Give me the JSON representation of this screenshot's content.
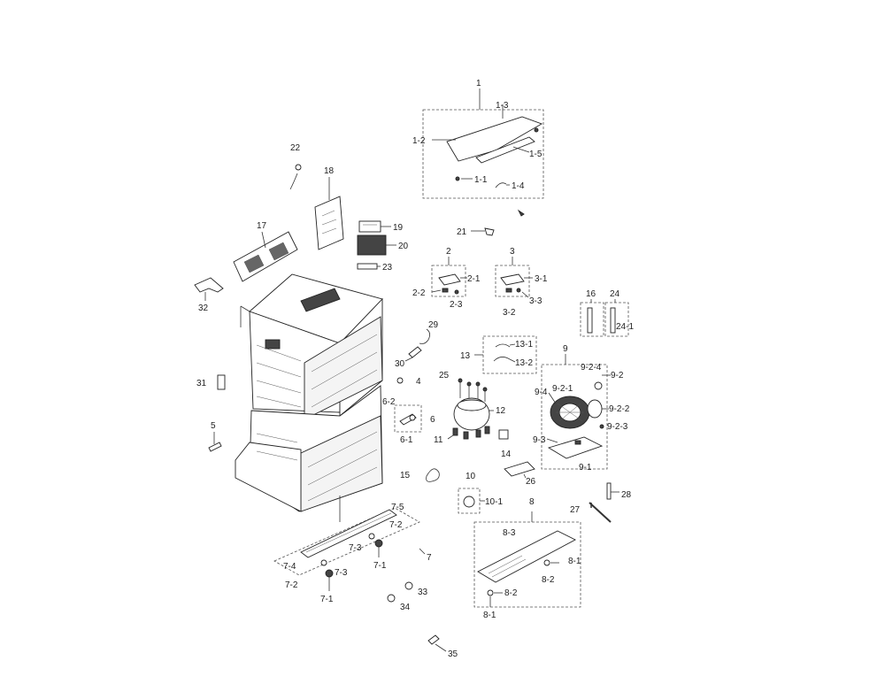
{
  "diagram": {
    "labels": {
      "p1": "1",
      "p1_1": "1-1",
      "p1_2": "1-2",
      "p1_3": "1-3",
      "p1_4": "1-4",
      "p1_5": "1-5",
      "p2": "2",
      "p2_1": "2-1",
      "p2_2": "2-2",
      "p2_3": "2-3",
      "p3": "3",
      "p3_1": "3-1",
      "p3_2": "3-2",
      "p3_3": "3-3",
      "p4": "4",
      "p5": "5",
      "p6": "6",
      "p6_1": "6-1",
      "p6_2": "6-2",
      "p7": "7",
      "p7_1a": "7-1",
      "p7_1b": "7-1",
      "p7_2a": "7-2",
      "p7_2b": "7-2",
      "p7_3a": "7-3",
      "p7_3b": "7-3",
      "p7_4": "7-4",
      "p7_5": "7-5",
      "p8": "8",
      "p8_1a": "8-1",
      "p8_1b": "8-1",
      "p8_2a": "8-2",
      "p8_2b": "8-2",
      "p8_3": "8-3",
      "p9": "9",
      "p9_1": "9-1",
      "p9_2": "9-2",
      "p9_2_1": "9-2-1",
      "p9_2_2": "9-2-2",
      "p9_2_3": "9-2-3",
      "p9_2_4": "9-2-4",
      "p9_3": "9-3",
      "p9_4": "9-4",
      "p10": "10",
      "p10_1": "10-1",
      "p11": "11",
      "p12": "12",
      "p13": "13",
      "p13_1": "13-1",
      "p13_2": "13-2",
      "p14": "14",
      "p15": "15",
      "p16": "16",
      "p17": "17",
      "p18": "18",
      "p19": "19",
      "p20": "20",
      "p21": "21",
      "p22": "22",
      "p23": "23",
      "p24": "24",
      "p24_1": "24-1",
      "p25": "25",
      "p26": "26",
      "p27": "27",
      "p28": "28",
      "p29": "29",
      "p30": "30",
      "p31": "31",
      "p32": "32",
      "p33": "33",
      "p34": "34",
      "p35": "35"
    }
  }
}
